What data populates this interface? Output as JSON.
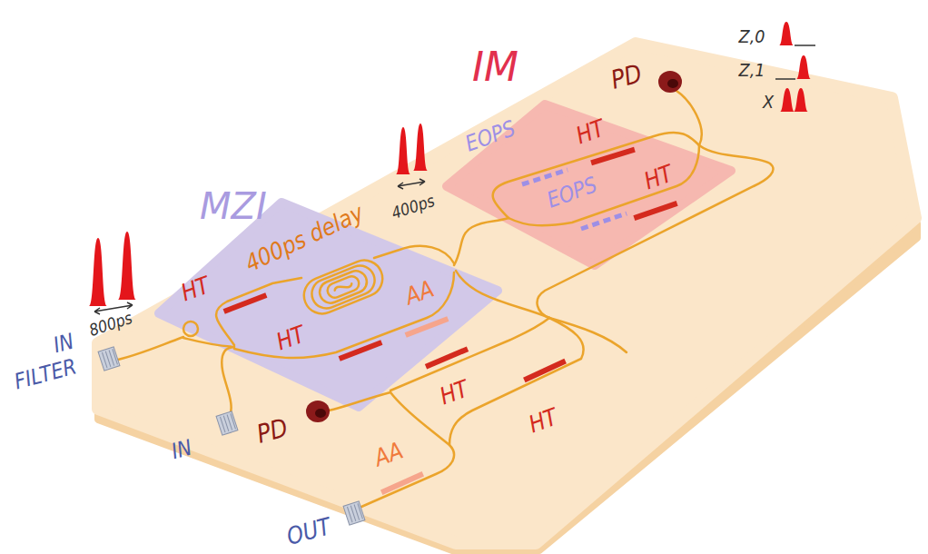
{
  "diagram": {
    "nodes": [
      {
        "text": [
          "MZI"
        ]
      },
      {
        "text": [
          "IM"
        ]
      }
    ],
    "labels": [
      "800ps",
      "IN",
      "FILTER",
      "IN",
      "400ps delay",
      "HT",
      "HT",
      "AA",
      "400ps",
      "EOPS",
      "HT",
      "EOPS",
      "HT",
      "PD",
      "Z,0",
      "Z,1",
      "X",
      "HT",
      "HT",
      "PD",
      "AA",
      "OUT"
    ]
  }
}
